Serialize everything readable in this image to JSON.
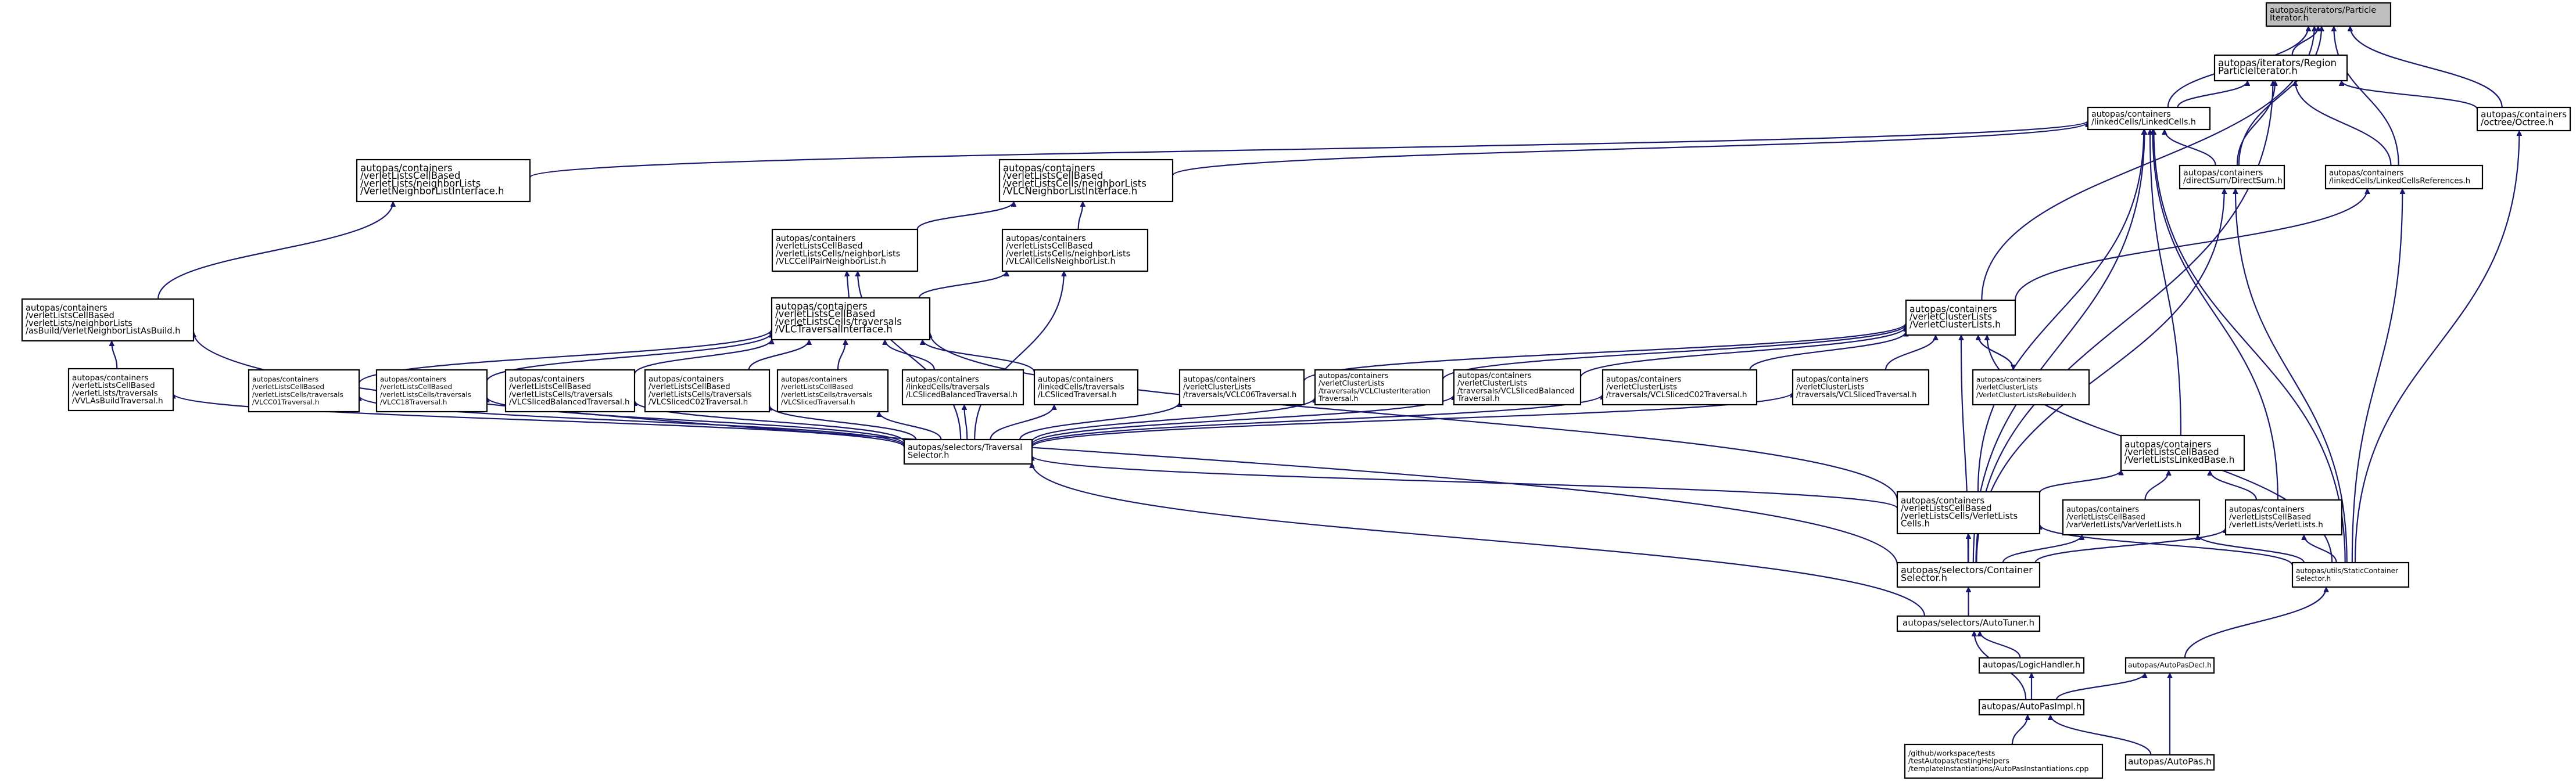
{
  "nodes": [
    {
      "id": "n_pi",
      "lines": [
        "autopas/iterators/Particle",
        "Iterator.h"
      ],
      "root": true
    },
    {
      "id": "n_rpi",
      "lines": [
        "autopas/iterators/Region",
        "ParticleIterator.h"
      ]
    },
    {
      "id": "n_lc",
      "lines": [
        "autopas/containers",
        "/linkedCells/LinkedCells.h"
      ]
    },
    {
      "id": "n_ot",
      "lines": [
        "autopas/containers",
        "/octree/Octree.h"
      ]
    },
    {
      "id": "n_ds",
      "lines": [
        "autopas/containers",
        "/directSum/DirectSum.h"
      ]
    },
    {
      "id": "n_lcr",
      "lines": [
        "autopas/containers",
        "/linkedCells/LinkedCellsReferences.h"
      ]
    },
    {
      "id": "n_vnli",
      "lines": [
        "autopas/containers",
        "/verletListsCellBased",
        "/verletLists/neighborLists",
        "/VerletNeighborListInterface.h"
      ]
    },
    {
      "id": "n_vlcnli",
      "lines": [
        "autopas/containers",
        "/verletListsCellBased",
        "/verletListsCells/neighborLists",
        "/VLCNeighborListInterface.h"
      ]
    },
    {
      "id": "n_vlcpnl",
      "lines": [
        "autopas/containers",
        "/verletListsCellBased",
        "/verletListsCells/neighborLists",
        "/VLCCellPairNeighborList.h"
      ]
    },
    {
      "id": "n_vlcanl",
      "lines": [
        "autopas/containers",
        "/verletListsCellBased",
        "/verletListsCells/neighborLists",
        "/VLCAllCellsNeighborList.h"
      ]
    },
    {
      "id": "n_vlnlab",
      "lines": [
        "autopas/containers",
        "/verletListsCellBased",
        "/verletLists/neighborLists",
        "/asBuild/VerletNeighborListAsBuild.h"
      ]
    },
    {
      "id": "n_vlctri",
      "lines": [
        "autopas/containers",
        "/verletListsCellBased",
        "/verletListsCells/traversals",
        "/VLCTraversalInterface.h"
      ]
    },
    {
      "id": "n_vcl",
      "lines": [
        "autopas/containers",
        "/verletClusterLists",
        "/VerletClusterLists.h"
      ]
    },
    {
      "id": "n_vlasb",
      "lines": [
        "autopas/containers",
        "/verletListsCellBased",
        "/verletLists/traversals",
        "/VVLAsBuildTraversal.h"
      ]
    },
    {
      "id": "n_vlcc01",
      "lines": [
        "autopas/containers",
        "/verletListsCellBased",
        "/verletListsCells/traversals",
        "/VLCC01Traversal.h"
      ]
    },
    {
      "id": "n_vlcc18",
      "lines": [
        "autopas/containers",
        "/verletListsCellBased",
        "/verletListsCells/traversals",
        "/VLCC18Traversal.h"
      ]
    },
    {
      "id": "n_vlcsbt",
      "lines": [
        "autopas/containers",
        "/verletListsCellBased",
        "/verletListsCells/traversals",
        "/VLCSlicedBalancedTraversal.h"
      ]
    },
    {
      "id": "n_vlcsc02",
      "lines": [
        "autopas/containers",
        "/verletListsCellBased",
        "/verletListsCells/traversals",
        "/VLCSlicedC02Traversal.h"
      ]
    },
    {
      "id": "n_vlcst",
      "lines": [
        "autopas/containers",
        "/verletListsCellBased",
        "/verletListsCells/traversals",
        "/VLCSlicedTraversal.h"
      ]
    },
    {
      "id": "n_lcsbt",
      "lines": [
        "autopas/containers",
        "/linkedCells/traversals",
        "/LCSlicedBalancedTraversal.h"
      ]
    },
    {
      "id": "n_lcst",
      "lines": [
        "autopas/containers",
        "/linkedCells/traversals",
        "/LCSlicedTraversal.h"
      ]
    },
    {
      "id": "n_vclc06",
      "lines": [
        "autopas/containers",
        "/verletClusterLists",
        "/traversals/VCLC06Traversal.h"
      ]
    },
    {
      "id": "n_vclcit",
      "lines": [
        "autopas/containers",
        "/verletClusterLists",
        "/traversals/VCLClusterIteration",
        "Traversal.h"
      ]
    },
    {
      "id": "n_vclsbt",
      "lines": [
        "autopas/containers",
        "/verletClusterLists",
        "/traversals/VCLSlicedBalanced",
        "Traversal.h"
      ]
    },
    {
      "id": "n_vclsc02",
      "lines": [
        "autopas/containers",
        "/verletClusterLists",
        "/traversals/VCLSlicedC02Traversal.h"
      ]
    },
    {
      "id": "n_vclst",
      "lines": [
        "autopas/containers",
        "/verletClusterLists",
        "/traversals/VCLSlicedTraversal.h"
      ]
    },
    {
      "id": "n_vclr",
      "lines": [
        "autopas/containers",
        "/verletClusterLists",
        "/VerletClusterListsRebuilder.h"
      ]
    },
    {
      "id": "n_ts",
      "lines": [
        "autopas/selectors/Traversal",
        "Selector.h"
      ]
    },
    {
      "id": "n_vllb",
      "lines": [
        "autopas/containers",
        "/verletListsCellBased",
        "/VerletListsLinkedBase.h"
      ]
    },
    {
      "id": "n_vlc",
      "lines": [
        "autopas/containers",
        "/verletListsCellBased",
        "/verletListsCells/VerletLists",
        "Cells.h"
      ]
    },
    {
      "id": "n_vvl",
      "lines": [
        "autopas/containers",
        "/verletListsCellBased",
        "/varVerletLists/VarVerletLists.h"
      ]
    },
    {
      "id": "n_vl",
      "lines": [
        "autopas/containers",
        "/verletListsCellBased",
        "/verletLists/VerletLists.h"
      ]
    },
    {
      "id": "n_cs",
      "lines": [
        "autopas/selectors/Container",
        "Selector.h"
      ]
    },
    {
      "id": "n_scs",
      "lines": [
        "autopas/utils/StaticContainer",
        "Selector.h"
      ]
    },
    {
      "id": "n_at",
      "lines": [
        "autopas/selectors/AutoTuner.h"
      ]
    },
    {
      "id": "n_lh",
      "lines": [
        "autopas/LogicHandler.h"
      ]
    },
    {
      "id": "n_apd",
      "lines": [
        "autopas/AutoPasDecl.h"
      ]
    },
    {
      "id": "n_api",
      "lines": [
        "autopas/AutoPasImpl.h"
      ]
    },
    {
      "id": "n_gh",
      "lines": [
        "/github/workspace/tests",
        "/testAutopas/testingHelpers",
        "/templateInstantiations/AutoPasInstantiations.cpp"
      ]
    },
    {
      "id": "n_ap",
      "lines": [
        "autopas/AutoPas.h"
      ]
    }
  ],
  "edges": [
    [
      "n_pi",
      "n_rpi"
    ],
    [
      "n_pi",
      "n_lc"
    ],
    [
      "n_pi",
      "n_ot"
    ],
    [
      "n_pi",
      "n_ds"
    ],
    [
      "n_pi",
      "n_lcr"
    ],
    [
      "n_pi",
      "n_vcl"
    ],
    [
      "n_rpi",
      "n_lc"
    ],
    [
      "n_rpi",
      "n_ds"
    ],
    [
      "n_rpi",
      "n_lcr"
    ],
    [
      "n_rpi",
      "n_ot"
    ],
    [
      "n_rpi",
      "n_cs"
    ],
    [
      "n_lc",
      "n_vnli"
    ],
    [
      "n_lc",
      "n_vlcnli"
    ],
    [
      "n_lc",
      "n_ds"
    ],
    [
      "n_lc",
      "n_vllb"
    ],
    [
      "n_lc",
      "n_vlc"
    ],
    [
      "n_lc",
      "n_vl"
    ],
    [
      "n_lc",
      "n_scs"
    ],
    [
      "n_lc",
      "n_cs"
    ],
    [
      "n_vnli",
      "n_vlnlab"
    ],
    [
      "n_vlcnli",
      "n_vlcpnl"
    ],
    [
      "n_vlcnli",
      "n_vlcanl"
    ],
    [
      "n_vlcpnl",
      "n_vlctri"
    ],
    [
      "n_vlcanl",
      "n_vlctri"
    ],
    [
      "n_vlcpnl",
      "n_ts"
    ],
    [
      "n_vlcanl",
      "n_ts"
    ],
    [
      "n_vlnlab",
      "n_vlasb"
    ],
    [
      "n_vlnlab",
      "n_cs"
    ],
    [
      "n_vlctri",
      "n_vlcc01"
    ],
    [
      "n_vlctri",
      "n_vlcc18"
    ],
    [
      "n_vlctri",
      "n_vlcsbt"
    ],
    [
      "n_vlctri",
      "n_vlcsc02"
    ],
    [
      "n_vlctri",
      "n_vlcst"
    ],
    [
      "n_vlctri",
      "n_lcsbt"
    ],
    [
      "n_vlctri",
      "n_lcst"
    ],
    [
      "n_vlctri",
      "n_vlc"
    ],
    [
      "n_vlasb",
      "n_ts"
    ],
    [
      "n_vlcc01",
      "n_ts"
    ],
    [
      "n_vlcc18",
      "n_ts"
    ],
    [
      "n_vlcsbt",
      "n_ts"
    ],
    [
      "n_vlcsc02",
      "n_ts"
    ],
    [
      "n_vlcst",
      "n_ts"
    ],
    [
      "n_lcsbt",
      "n_ts"
    ],
    [
      "n_lcst",
      "n_ts"
    ],
    [
      "n_vcl",
      "n_vclc06"
    ],
    [
      "n_vcl",
      "n_vclcit"
    ],
    [
      "n_vcl",
      "n_vclsbt"
    ],
    [
      "n_vcl",
      "n_vclsc02"
    ],
    [
      "n_vcl",
      "n_vclst"
    ],
    [
      "n_vcl",
      "n_vclr"
    ],
    [
      "n_vclr",
      "n_vcl"
    ],
    [
      "n_vcl",
      "n_cs"
    ],
    [
      "n_vcl",
      "n_scs"
    ],
    [
      "n_vclc06",
      "n_ts"
    ],
    [
      "n_vclcit",
      "n_ts"
    ],
    [
      "n_vclsbt",
      "n_ts"
    ],
    [
      "n_vclsc02",
      "n_ts"
    ],
    [
      "n_vclst",
      "n_ts"
    ],
    [
      "n_lcr",
      "n_vcl"
    ],
    [
      "n_lcr",
      "n_scs"
    ],
    [
      "n_ds",
      "n_scs"
    ],
    [
      "n_ds",
      "n_cs"
    ],
    [
      "n_ot",
      "n_scs"
    ],
    [
      "n_ts",
      "n_vlc"
    ],
    [
      "n_ts",
      "n_at"
    ],
    [
      "n_vllb",
      "n_vlc"
    ],
    [
      "n_vllb",
      "n_vvl"
    ],
    [
      "n_vllb",
      "n_vl"
    ],
    [
      "n_vlc",
      "n_cs"
    ],
    [
      "n_vlc",
      "n_scs"
    ],
    [
      "n_vvl",
      "n_cs"
    ],
    [
      "n_vvl",
      "n_scs"
    ],
    [
      "n_vl",
      "n_cs"
    ],
    [
      "n_vl",
      "n_scs"
    ],
    [
      "n_cs",
      "n_at"
    ],
    [
      "n_scs",
      "n_apd"
    ],
    [
      "n_at",
      "n_lh"
    ],
    [
      "n_at",
      "n_api"
    ],
    [
      "n_lh",
      "n_api"
    ],
    [
      "n_apd",
      "n_api"
    ],
    [
      "n_apd",
      "n_ap"
    ],
    [
      "n_api",
      "n_gh"
    ],
    [
      "n_api",
      "n_ap"
    ]
  ]
}
